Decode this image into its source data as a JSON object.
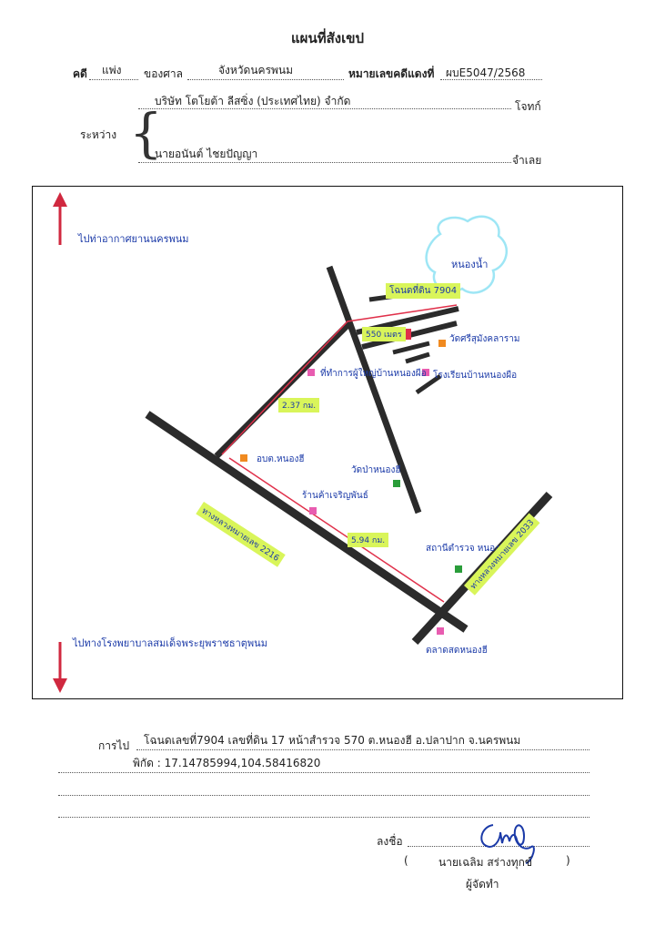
{
  "header": {
    "title": "แผนที่สังเขป",
    "case_label": "คดี",
    "case_type": "แพ่ง",
    "court_label": "ของศาล",
    "court_name": "จังหวัดนครพนม",
    "red_case_label": "หมายเลขคดีแดงที่",
    "red_case_no": "ผบE5047/2568"
  },
  "parties": {
    "between_label": "ระหว่าง",
    "plaintiff_name": "บริษัท โตโยต้า ลีสซิ่ง (ประเทศไทย) จำกัด",
    "plaintiff_label": "โจทก์",
    "defendant_name": "นายอนันต์ ไชยปัญญา",
    "defendant_label": "จำเลย"
  },
  "map": {
    "to_top_text": "ไปท่าอากาศยานนครพนม",
    "to_bottom_text": "ไปทางโรงพยาบาลสมเด็จพระยุพราชธาตุพนม",
    "pond": "หนองน้ำ",
    "land_deed": "โฉนดที่ดิน 7904",
    "distance_1": "550 เมตร",
    "distance_2": "2.37 กม.",
    "distance_3": "5.94 กม.",
    "place_wat": "วัดศรีสุมังคลาราม",
    "place_village_office": "ที่ทำการผู้ใหญ่บ้านหนองผือ",
    "place_school": "โรงเรียนบ้านหนองผือ",
    "place_sao": "อบต.หนองฮี",
    "place_temple2": "วัดป่าหนองฮี",
    "place_shop": "ร้านค้าเจริญพันธ์",
    "place_police": "สถานีตำรวจ หนองฮี",
    "place_market": "ตลาดสดหนองฮี",
    "road_2216": "ทางหลวงหมายเลข 2216",
    "road_2033": "ทางหลวงหมายเลข 2033",
    "colors": {
      "route": "#e0304a",
      "road": "#2b2b2b",
      "ink": "#1b3aa8",
      "highlight": "#d9f55a",
      "pond": "#9ee6f5"
    }
  },
  "directions": {
    "label": "การไป",
    "line1": "โฉนดเลขที่7904  เลขที่ดิน 17 หน้าสำรวจ 570 ต.หนองฮี  อ.ปลาปาก จ.นครพนม",
    "line2": "พิกัด : 17.14785994,104.58416820"
  },
  "signature": {
    "sign_label": "ลงชื่อ",
    "open_paren": "(",
    "name": "นายเฉลิม สร่างทุกข์",
    "close_paren": ")",
    "role": "ผู้จัดทำ"
  }
}
